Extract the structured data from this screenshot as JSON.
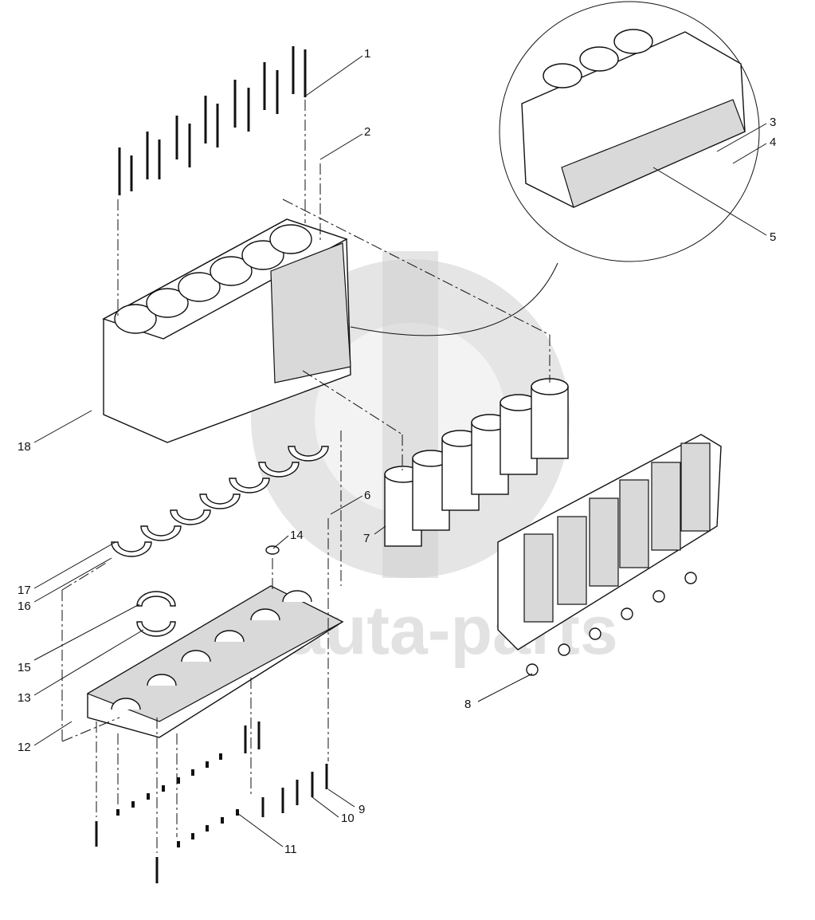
{
  "watermark": {
    "text": "auta-parts"
  },
  "callouts": [
    {
      "id": "c1",
      "text": "1"
    },
    {
      "id": "c2",
      "text": "2"
    },
    {
      "id": "c3",
      "text": "3"
    },
    {
      "id": "c4",
      "text": "4"
    },
    {
      "id": "c5",
      "text": "5"
    },
    {
      "id": "c6",
      "text": "6"
    },
    {
      "id": "c7",
      "text": "7"
    },
    {
      "id": "c8",
      "text": "8"
    },
    {
      "id": "c9",
      "text": "9"
    },
    {
      "id": "c10",
      "text": "10"
    },
    {
      "id": "c11",
      "text": "11"
    },
    {
      "id": "c12",
      "text": "12"
    },
    {
      "id": "c13",
      "text": "13"
    },
    {
      "id": "c14",
      "text": "14"
    },
    {
      "id": "c15",
      "text": "15"
    },
    {
      "id": "c16",
      "text": "16"
    },
    {
      "id": "c17",
      "text": "17"
    },
    {
      "id": "c18",
      "text": "18"
    }
  ],
  "colors": {
    "line": "#111111",
    "watermark": "#cfcfcf",
    "background": "#ffffff"
  }
}
